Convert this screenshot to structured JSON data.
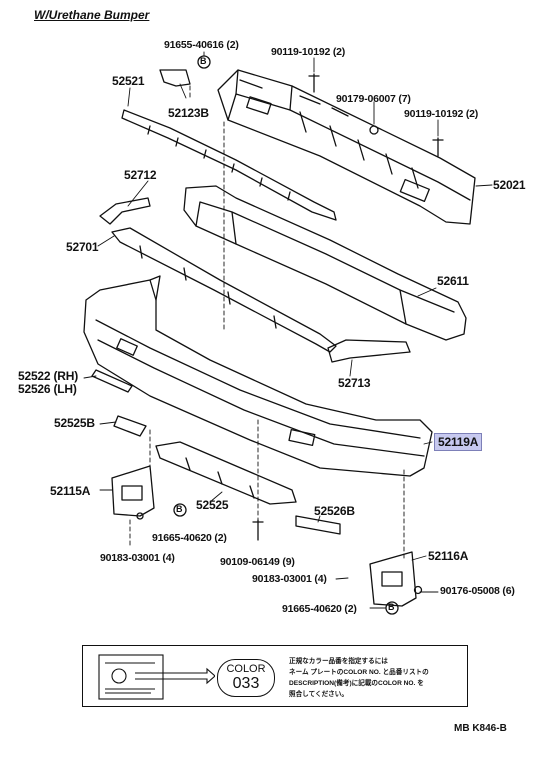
{
  "title": "W/Urethane Bumper",
  "callouts": [
    {
      "id": "91655-40616",
      "text": "91655-40616 (2)"
    },
    {
      "id": "90119-10192-a",
      "text": "90119-10192 (2)"
    },
    {
      "id": "52521",
      "text": "52521"
    },
    {
      "id": "52123B",
      "text": "52123B"
    },
    {
      "id": "90179-06007",
      "text": "90179-06007 (7)"
    },
    {
      "id": "90119-10192-b",
      "text": "90119-10192 (2)"
    },
    {
      "id": "52021",
      "text": "52021"
    },
    {
      "id": "52712",
      "text": "52712"
    },
    {
      "id": "52701",
      "text": "52701"
    },
    {
      "id": "52611",
      "text": "52611"
    },
    {
      "id": "52522",
      "text": "52522 (RH)"
    },
    {
      "id": "52526",
      "text": "52526 (LH)"
    },
    {
      "id": "52713",
      "text": "52713"
    },
    {
      "id": "52525B",
      "text": "52525B"
    },
    {
      "id": "52119A",
      "text": "52119A"
    },
    {
      "id": "52115A",
      "text": "52115A"
    },
    {
      "id": "52525",
      "text": "52525"
    },
    {
      "id": "91665-40620-a",
      "text": "91665-40620 (2)"
    },
    {
      "id": "52526B",
      "text": "52526B"
    },
    {
      "id": "90183-03001-a",
      "text": "90183-03001 (4)"
    },
    {
      "id": "90109-06149",
      "text": "90109-06149 (9)"
    },
    {
      "id": "52116A",
      "text": "52116A"
    },
    {
      "id": "90183-03001-b",
      "text": "90183-03001 (4)"
    },
    {
      "id": "90176-05008",
      "text": "90176-05008 (6)"
    },
    {
      "id": "91665-40620-b",
      "text": "91665-40620 (2)"
    }
  ],
  "bolt_marker": "B",
  "note": {
    "color_label": "COLOR",
    "color_code": "033",
    "lines": [
      "正規なカラー品番を指定するには",
      "ネーム プレートのCOLOR NO. と品番リストの",
      "DESCRIPTION(備考)に記載のCOLOR NO. を",
      "照合してください。"
    ]
  },
  "footer": "MB  K846-B",
  "colors": {
    "highlight": "#c7c9ef",
    "highlight_border": "#7d80b8",
    "ink": "#111111"
  }
}
